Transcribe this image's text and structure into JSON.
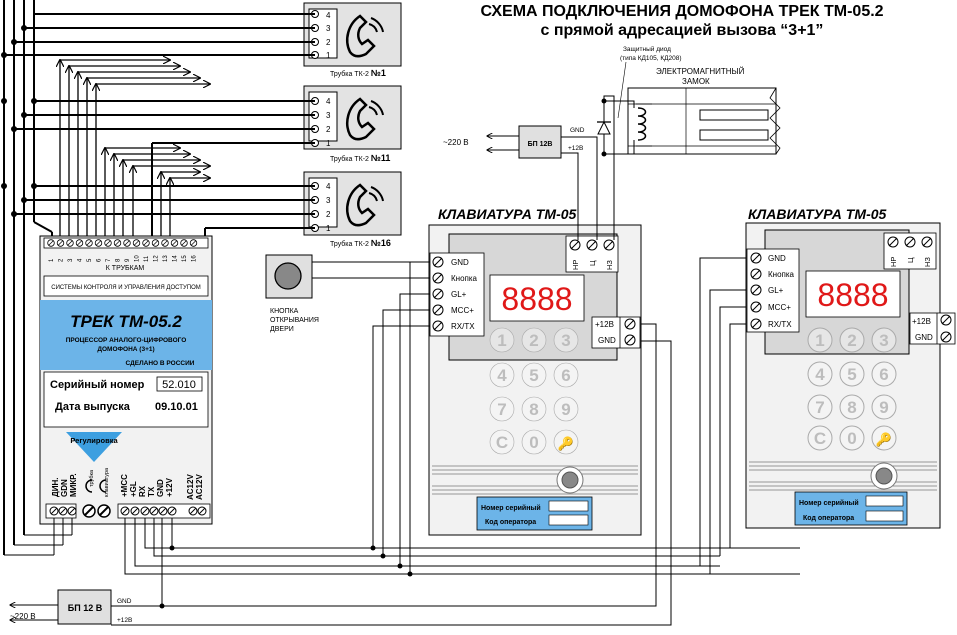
{
  "title": {
    "line1": "СХЕМА ПОДКЛЮЧЕНИЯ ДОМОФОНА ТРЕК ТМ-05.2",
    "line2": "с прямой адресацией вызова  “3+1”"
  },
  "handsets": [
    {
      "caption": "Трубка ТК-2",
      "num": "№1",
      "pins": [
        "4",
        "3",
        "2",
        "1"
      ]
    },
    {
      "caption": "Трубка ТК-2",
      "num": "№11",
      "pins": [
        "4",
        "3",
        "2",
        "1"
      ]
    },
    {
      "caption": "Трубка ТК-2",
      "num": "№16",
      "pins": [
        "4",
        "3",
        "2",
        "1"
      ]
    }
  ],
  "controller": {
    "terminals": [
      "1",
      "2",
      "3",
      "4",
      "5",
      "6",
      "7",
      "8",
      "9",
      "10",
      "11",
      "12",
      "13",
      "14",
      "15",
      "16"
    ],
    "to_handsets": "К ТРУБКАМ",
    "systems": "СИСТЕМЫ КОНТРОЛЯ И УПРАВЛЕНИЯ ДОСТУПОМ",
    "name": "ТРЕК ТМ-05.2",
    "subtitle1": "ПРОЦЕССОР АНАЛОГО-ЦИФРОВОГО",
    "subtitle2": "ДОМОФОНА (3+1)",
    "made_in": "СДЕЛАНО В РОССИИ",
    "serial_label": "Серийный номер",
    "serial_value": "52.010",
    "date_label": "Дата выпуска",
    "date_value": "09.10.01",
    "adjust": "Регулировка",
    "pot_handset": "трубка",
    "pot_keypad": "клавиатура",
    "bottom_labels": [
      "ДИН.",
      "GDN",
      "МИКР.",
      "+МСС",
      "+GL",
      "RX",
      "TX",
      "GND",
      "+12V",
      "AC12V",
      "AC12V"
    ]
  },
  "door_button": {
    "line1": "КНОПКА",
    "line2": "ОТКРЫВАНИЯ",
    "line3": "ДВЕРИ"
  },
  "psu_top": {
    "label": "БП 12В",
    "mains": "~220 В",
    "gnd": "GND",
    "plus": "+12В"
  },
  "psu_bottom": {
    "label": "БП 12 В",
    "mains": "~220 В",
    "gnd": "GND",
    "plus": "+12В"
  },
  "lock": {
    "diode1": "Защитный диод",
    "diode2": "(типа КД105, КД208)",
    "title1": "ЭЛЕКТРОМАГНИТНЫЙ",
    "title2": "ЗАМОК"
  },
  "keypads": [
    {
      "title": "КЛАВИАТУРА ТМ-05",
      "left_terms": [
        "GND",
        "Кнопка",
        "GL+",
        "MCC+",
        "RX/TX"
      ],
      "top_terms": [
        "НР",
        "Ц",
        "НЗ"
      ],
      "right_terms": [
        "+12В",
        "GND"
      ],
      "display": "8888",
      "keys": [
        "1",
        "2",
        "3",
        "4",
        "5",
        "6",
        "7",
        "8",
        "9",
        "C",
        "0",
        "🔑"
      ],
      "serial_label": "Номер серийный",
      "operator_label": "Код оператора"
    },
    {
      "title": "КЛАВИАТУРА ТМ-05",
      "left_terms": [
        "GND",
        "Кнопка",
        "GL+",
        "MCC+",
        "RX/TX"
      ],
      "top_terms": [
        "НР",
        "Ц",
        "НЗ"
      ],
      "right_terms": [
        "+12В",
        "GND"
      ],
      "display": "8888",
      "keys": [
        "1",
        "2",
        "3",
        "4",
        "5",
        "6",
        "7",
        "8",
        "9",
        "C",
        "0",
        "🔑"
      ],
      "serial_label": "Номер серийный",
      "operator_label": "Код оператора"
    }
  ],
  "colors": {
    "controller_band": "#6cb4e8",
    "display_digits": "#e01818",
    "adjust_triangle": "#3d9fe0",
    "panel_gray": "#e6e6e6"
  }
}
